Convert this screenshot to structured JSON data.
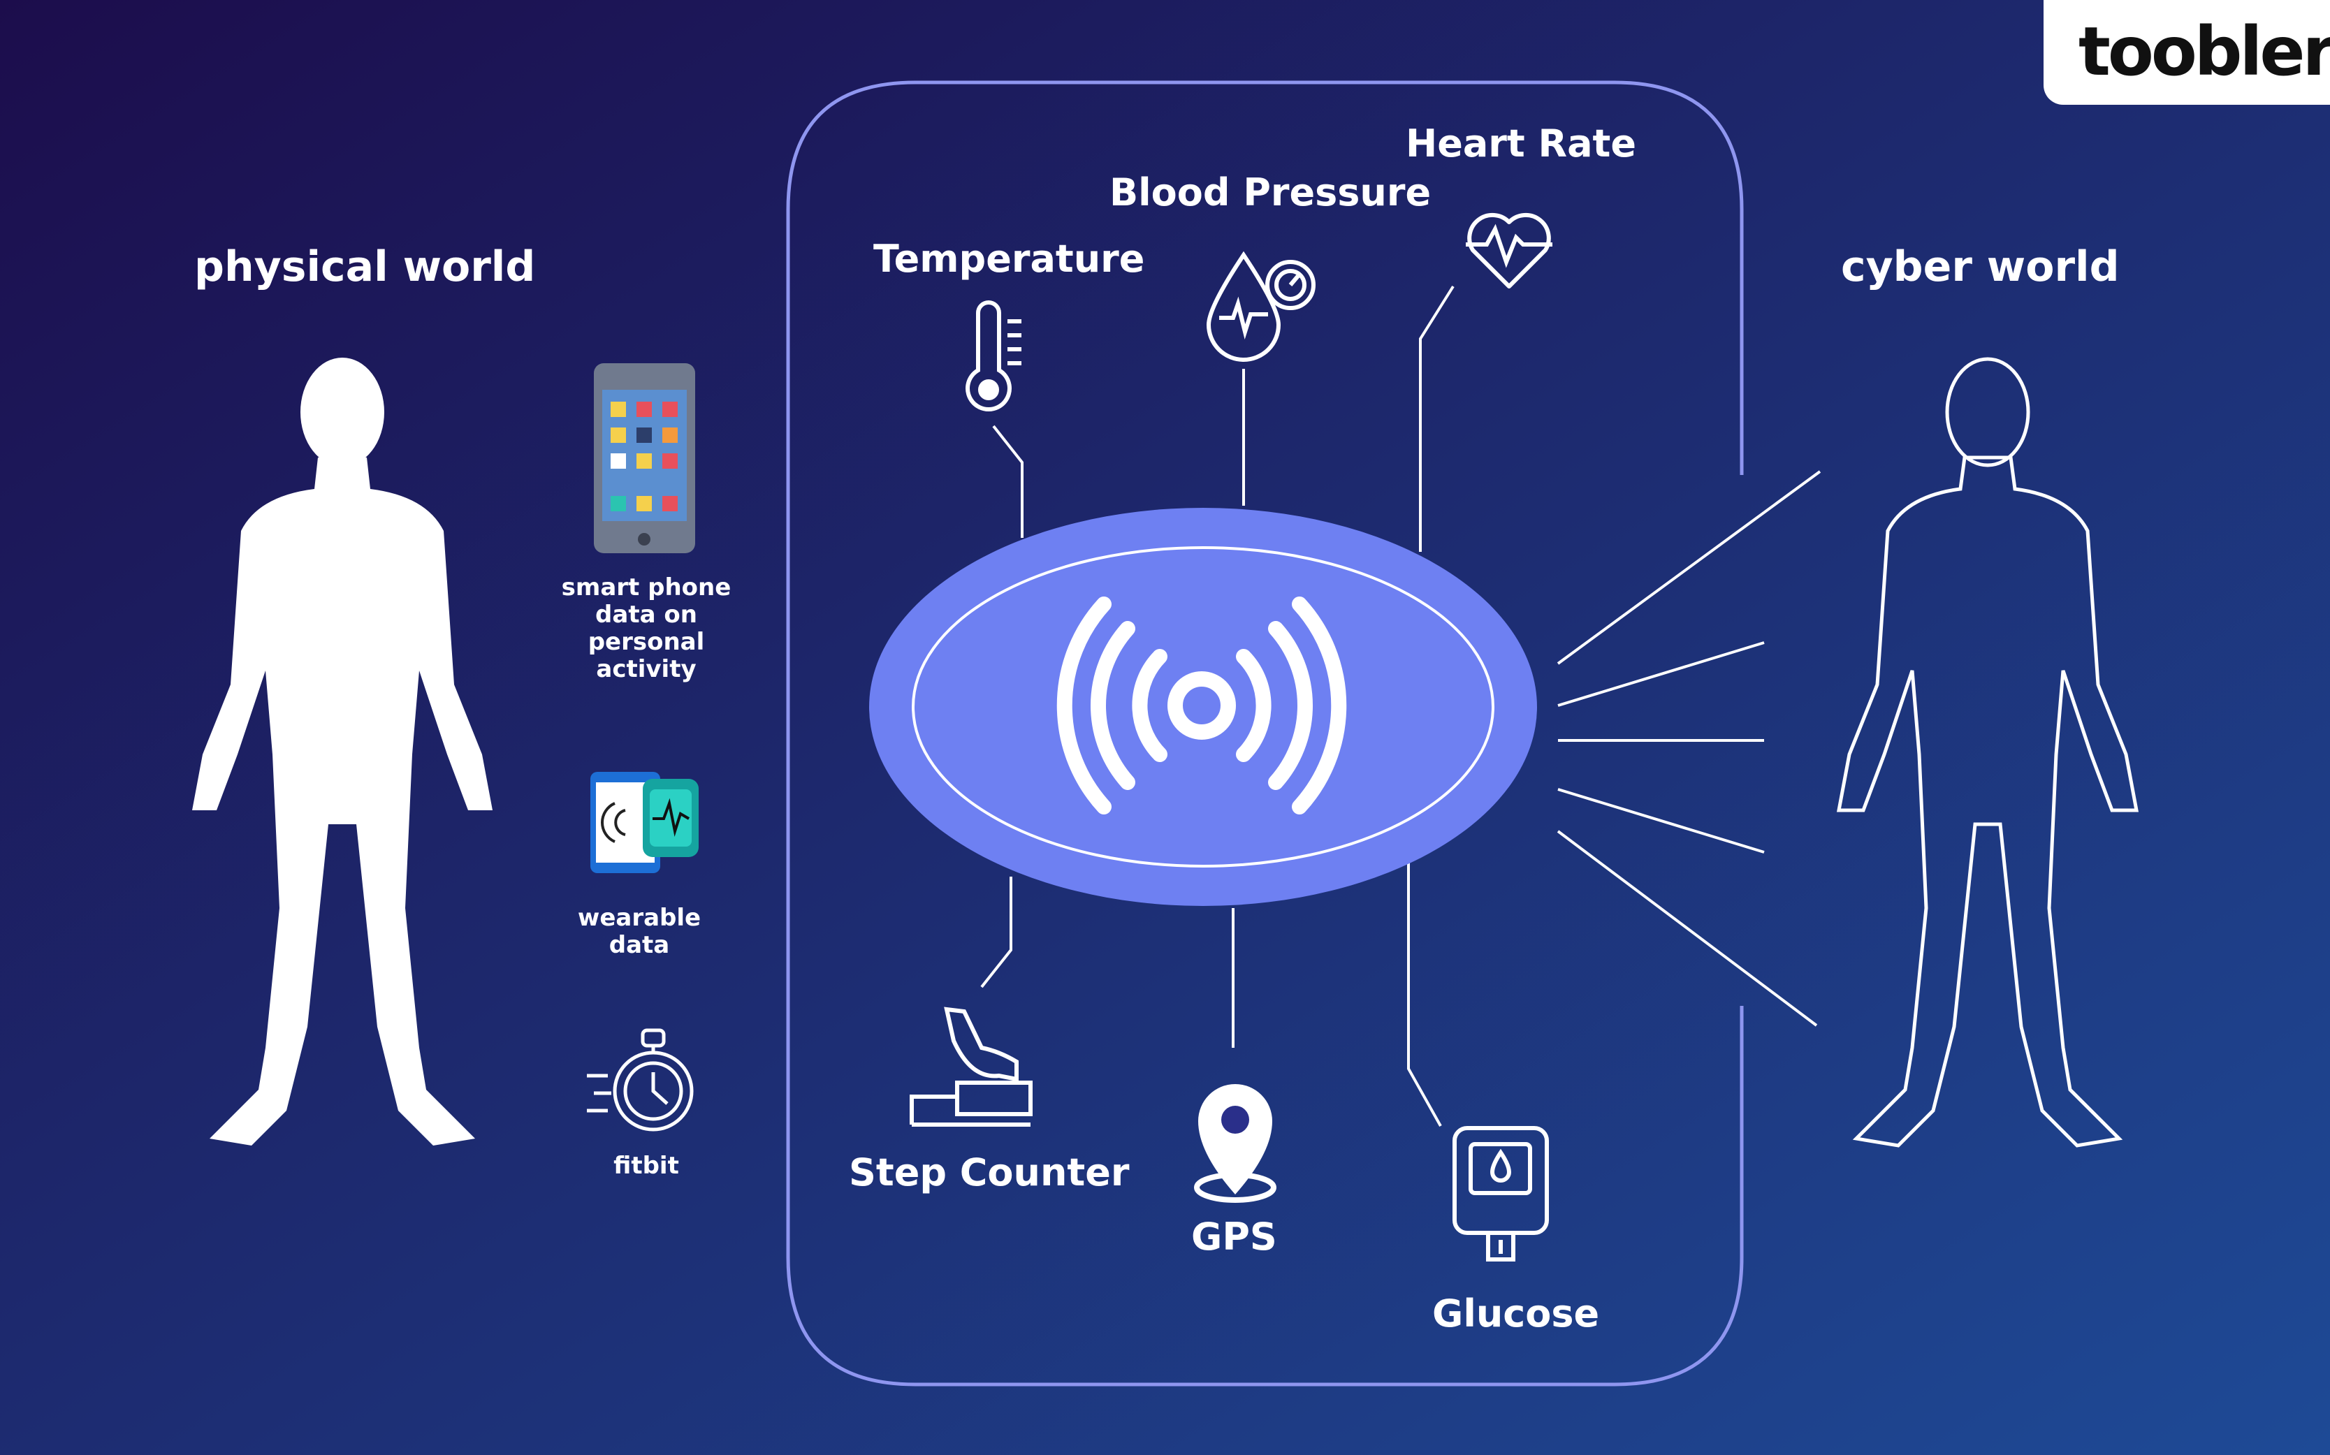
{
  "headings": {
    "physical": "physical world",
    "cyber": "cyber world"
  },
  "sensors": {
    "temperature": "Temperature",
    "blood_pressure": "Blood Pressure",
    "heart_rate": "Heart Rate",
    "step_counter": "Step Counter",
    "gps": "GPS",
    "glucose": "Glucose"
  },
  "devices": {
    "phone": "smart phone data on personal activity",
    "wearable": "wearable data",
    "fitbit": "fitbit"
  },
  "logo": "toobler",
  "colors": {
    "bg_dark": "#1c0d4c",
    "bg_light": "#1e4a96",
    "hub": "#6e80f2",
    "frame": "#8f96f0"
  }
}
